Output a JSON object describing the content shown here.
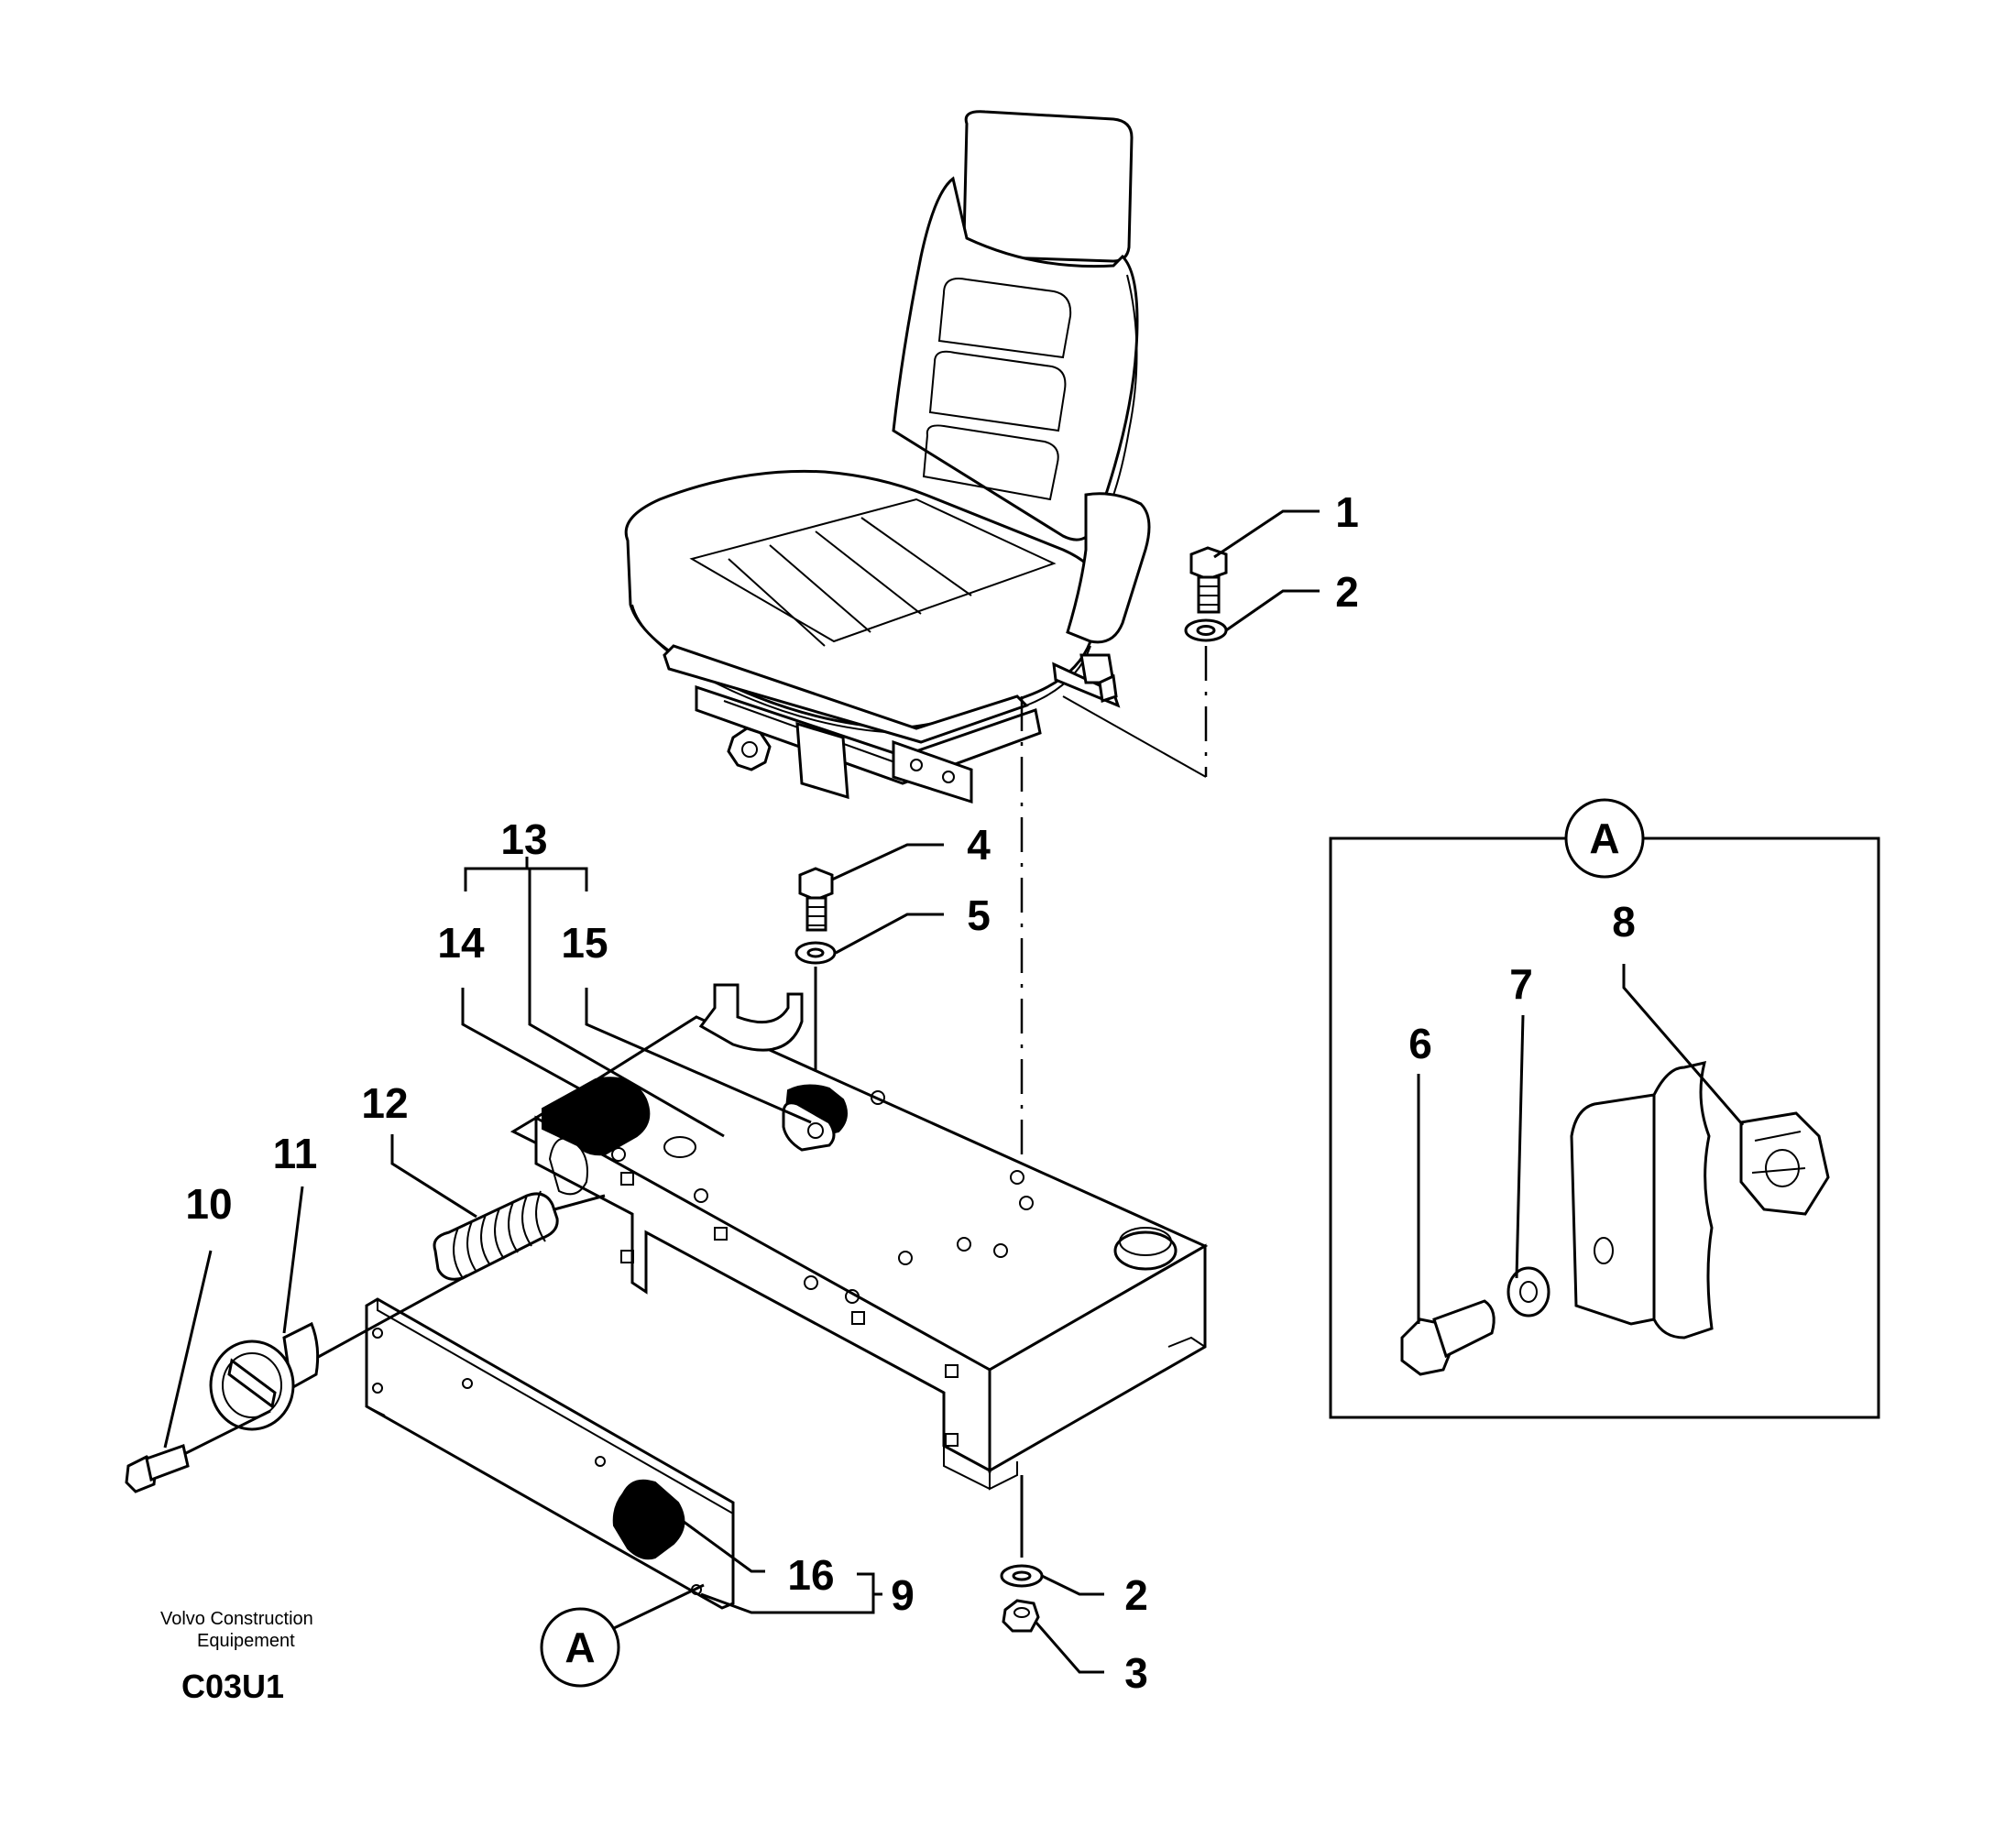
{
  "labels": {
    "p1": "1",
    "p2a": "2",
    "p2b": "2",
    "p3": "3",
    "p4": "4",
    "p5": "5",
    "p6": "6",
    "p7": "7",
    "p8": "8",
    "p9": "9",
    "p10": "10",
    "p11": "11",
    "p12": "12",
    "p13": "13",
    "p14": "14",
    "p15": "15",
    "p16": "16"
  },
  "detail": {
    "marker": "A"
  },
  "footer": {
    "maker_line1": "Volvo Construction",
    "maker_line2": "Equipement",
    "code": "C03U1"
  }
}
